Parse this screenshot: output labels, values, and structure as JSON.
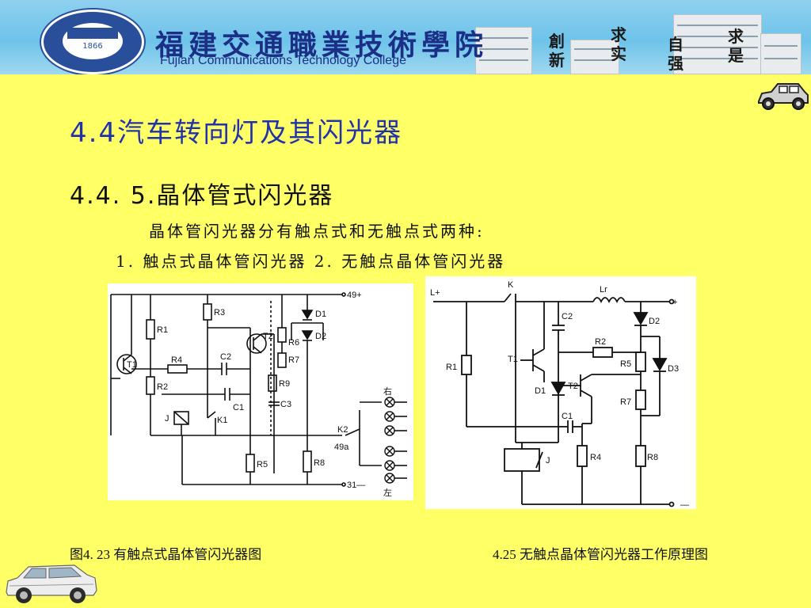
{
  "header": {
    "college_cn": "福建交通職業技術學院",
    "college_en": "Fujian Communications Technology College",
    "logo_year": "1866",
    "motto": [
      "創新",
      "求实",
      "自强",
      "求是"
    ]
  },
  "title": "4.4汽车转向灯及其闪光器",
  "subtitle": "4.4. 5.晶体管式闪光器",
  "intro": "晶体管闪光器分有触点式和无触点式两种:",
  "types": "1. 触点式晶体管闪光器 2. 无触点晶体管闪光器",
  "diagram_left": {
    "labels": {
      "r1": "R1",
      "r2": "R2",
      "r3": "R3",
      "r4": "R4",
      "r5": "R5",
      "r6": "R6",
      "r7": "R7",
      "r8": "R8",
      "r9": "R9",
      "c1": "C1",
      "c2": "C2",
      "c3": "C3",
      "t1": "T1",
      "t2": "T2",
      "d1": "D1",
      "d2": "D2",
      "j": "J",
      "k1": "K1",
      "k2": "K2",
      "t49p": "49+",
      "t49a": "49a",
      "t31": "31—",
      "right": "右",
      "left": "左"
    }
  },
  "diagram_right": {
    "labels": {
      "lplus": "L+",
      "k": "K",
      "lr": "Lr",
      "plus": "+",
      "minus": "—",
      "c1": "C1",
      "c2": "C2",
      "r1": "R1",
      "r2": "R2",
      "r4": "R4",
      "r5": "R5",
      "r7": "R7",
      "r8": "R8",
      "t1": "T1",
      "t2": "T2",
      "d1": "D1",
      "d2": "D2",
      "d3": "D3",
      "j": "J"
    }
  },
  "captions": {
    "left": "图4. 23    有触点式晶体管闪光器图",
    "right": "4.25  无触点晶体管闪光器工作原理图"
  },
  "colors": {
    "background": "#ffff66",
    "title": "#2233aa",
    "header": "#6ec3ea",
    "college_text": "#1b2f86"
  },
  "icons": [
    "car-icon",
    "suv-photo"
  ]
}
